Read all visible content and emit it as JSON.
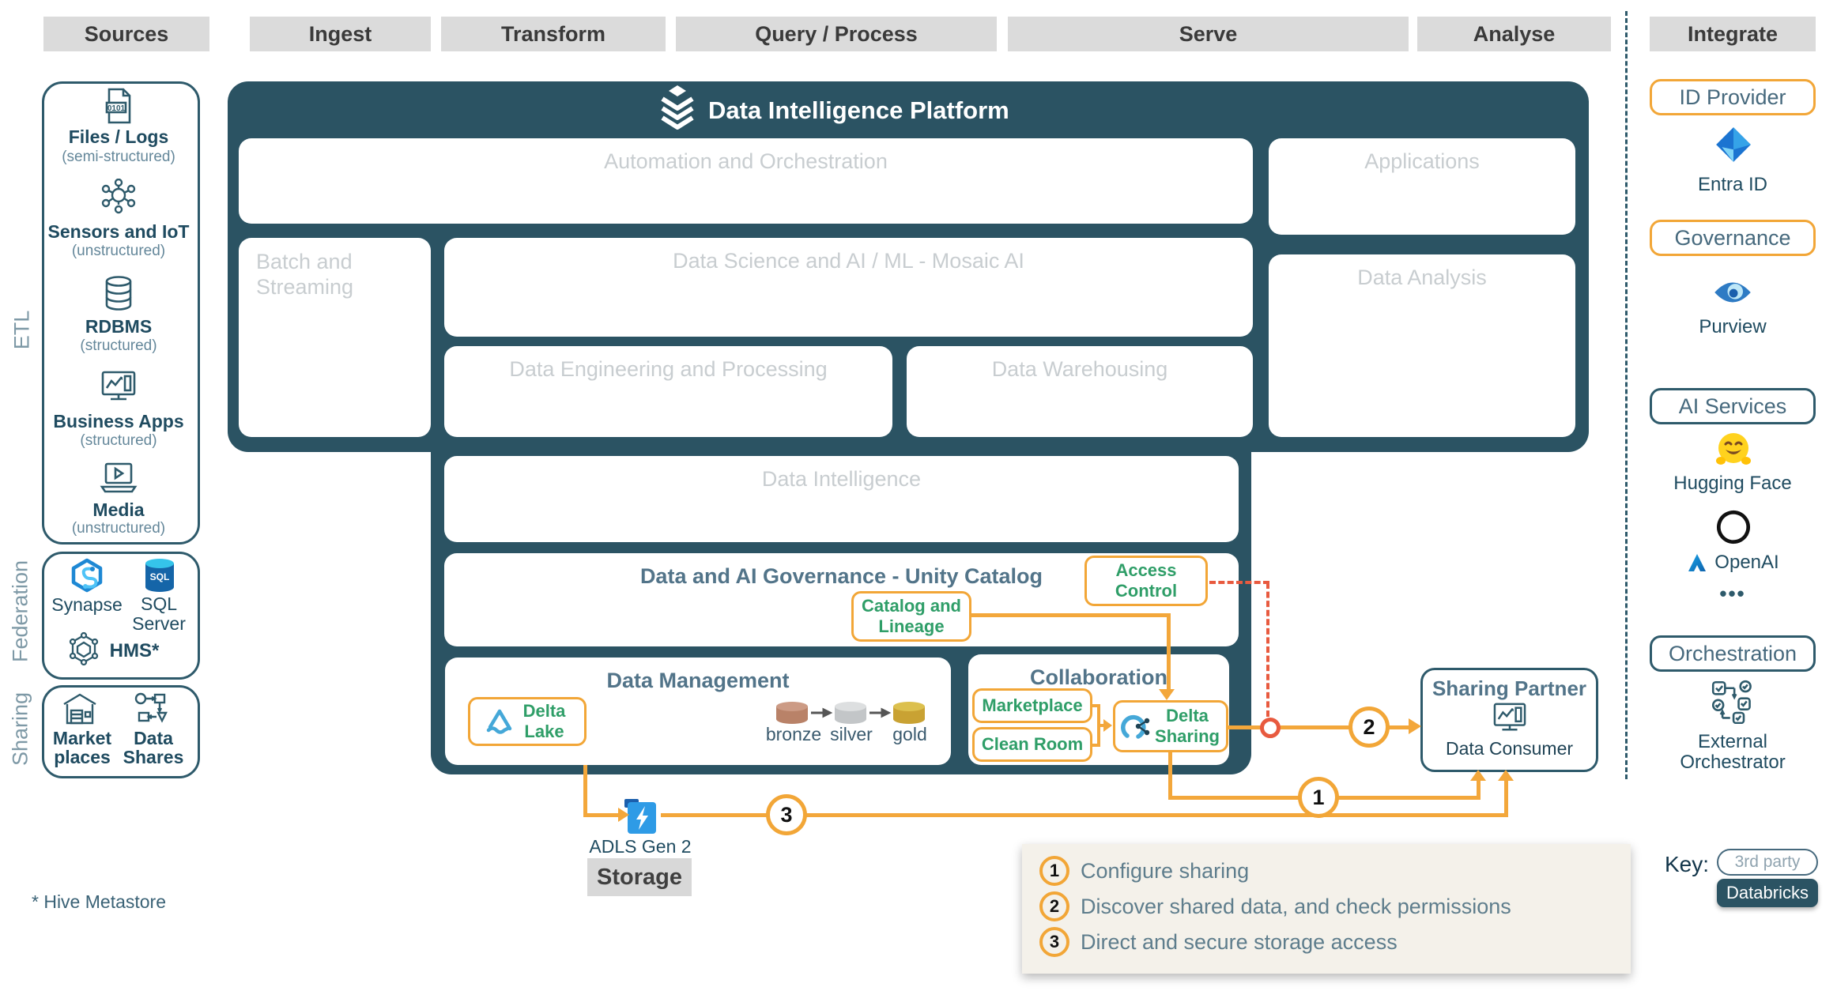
{
  "colors": {
    "platform_teal": "#2b5363",
    "accent_orange": "#f2a637",
    "brand_green": "#2f9e68",
    "alert_red": "#e85a3f",
    "teal_text": "#527489",
    "muted_label": "#c8cdd0",
    "header_bg": "#dbdbdb"
  },
  "pipeline": {
    "sources": "Sources",
    "ingest": "Ingest",
    "transform": "Transform",
    "query_process": "Query / Process",
    "serve": "Serve",
    "analyse": "Analyse",
    "integrate": "Integrate"
  },
  "sources": {
    "etl_label": "ETL",
    "items": [
      {
        "label": "Files / Logs",
        "sub": "(semi-structured)",
        "icon": "file-0101-icon"
      },
      {
        "label": "Sensors and IoT",
        "sub": "(unstructured)",
        "icon": "iot-network-icon"
      },
      {
        "label": "RDBMS",
        "sub": "(structured)",
        "icon": "database-icon"
      },
      {
        "label": "Business Apps",
        "sub": "(structured)",
        "icon": "monitor-chart-icon"
      },
      {
        "label": "Media",
        "sub": "(unstructured)",
        "icon": "laptop-play-icon"
      }
    ],
    "federation_label": "Federation",
    "synapse": "Synapse",
    "sql_server": "SQL Server",
    "hms": "HMS*",
    "sharing_label": "Sharing",
    "marketplaces": "Market places",
    "data_shares": "Data Shares",
    "footnote": "* Hive Metastore"
  },
  "platform": {
    "title": "Data Intelligence Platform",
    "automation": "Automation and Orchestration",
    "applications": "Applications",
    "batch": "Batch and Streaming",
    "data_science": "Data Science and AI / ML - Mosaic AI",
    "data_engineering": "Data Engineering and Processing",
    "data_warehousing": "Data Warehousing",
    "data_analysis": "Data Analysis",
    "data_intelligence": "Data Intelligence",
    "governance": "Data and AI Governance - Unity Catalog",
    "access_control": "Access Control",
    "catalog_lineage": "Catalog and Lineage",
    "data_management": "Data Management",
    "delta_lake": "Delta Lake",
    "medallion": [
      "bronze",
      "silver",
      "gold"
    ],
    "collaboration": "Collaboration",
    "marketplace": "Marketplace",
    "clean_room": "Clean Room",
    "delta_sharing": "Delta Sharing"
  },
  "sharing_partner": {
    "title": "Sharing Partner",
    "consumer": "Data Consumer"
  },
  "storage": {
    "adls": "ADLS Gen 2",
    "label": "Storage"
  },
  "flow_markers": {
    "m1": "1",
    "m2": "2",
    "m3": "3"
  },
  "flow_notes": [
    {
      "num": "1",
      "text": "Configure sharing"
    },
    {
      "num": "2",
      "text": "Discover shared data, and check permissions"
    },
    {
      "num": "3",
      "text": "Direct and secure storage access"
    }
  ],
  "integrate": {
    "id_provider": "ID Provider",
    "entra": "Entra ID",
    "governance": "Governance",
    "purview": "Purview",
    "ai_services": "AI Services",
    "hugging_face": "Hugging Face",
    "openai": "OpenAI",
    "more": "•••",
    "orchestration": "Orchestration",
    "external_orchestrator": "External Orchestrator"
  },
  "key": {
    "label": "Key:",
    "third_party": "3rd party",
    "databricks": "Databricks"
  }
}
